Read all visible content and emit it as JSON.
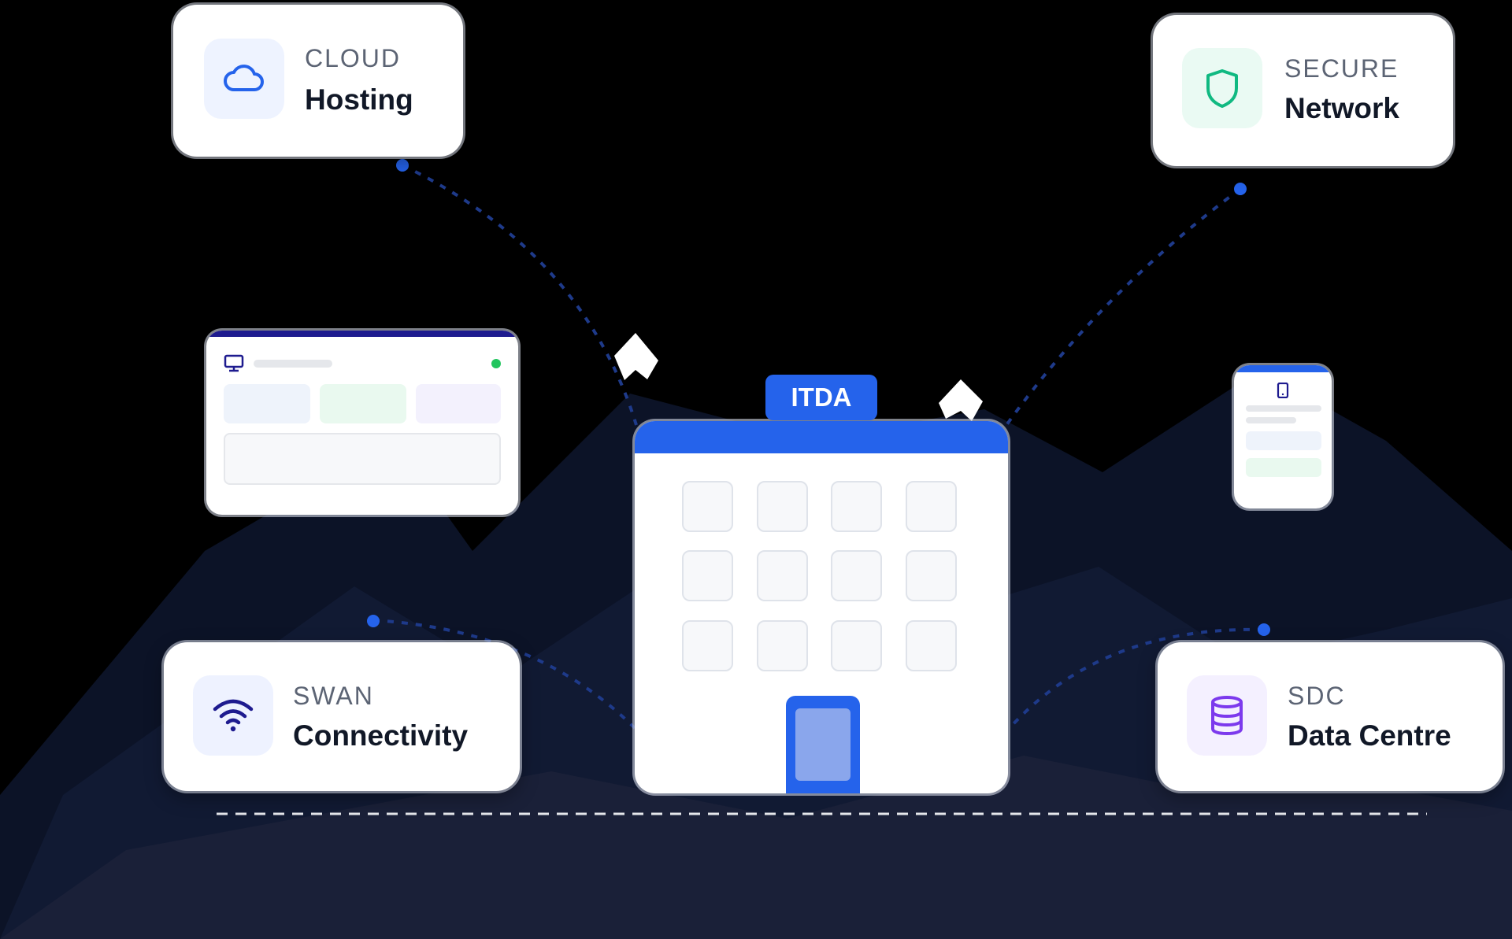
{
  "building": {
    "sign": "ITDA"
  },
  "cards": {
    "cloud": {
      "kicker": "CLOUD",
      "title": "Hosting",
      "icon": "cloud-icon",
      "accent": "#2563eb",
      "icon_bg": "#eef3ff"
    },
    "secure": {
      "kicker": "SECURE",
      "title": "Network",
      "icon": "shield-icon",
      "accent": "#10b981",
      "icon_bg": "#eafaf3"
    },
    "swan": {
      "kicker": "SWAN",
      "title": "Connectivity",
      "icon": "wifi-icon",
      "accent": "#1e1b8f",
      "icon_bg": "#eef2ff"
    },
    "sdc": {
      "kicker": "SDC",
      "title": "Data Centre",
      "icon": "database-icon",
      "accent": "#7c3aed",
      "icon_bg": "#f4f0ff"
    }
  },
  "colors": {
    "background": "#000000",
    "primary": "#2563eb",
    "mountain_far": "#0c1327",
    "mountain_mid": "#111a33",
    "mountain_near": "#1a2038",
    "status_dot": "#22c55e"
  }
}
